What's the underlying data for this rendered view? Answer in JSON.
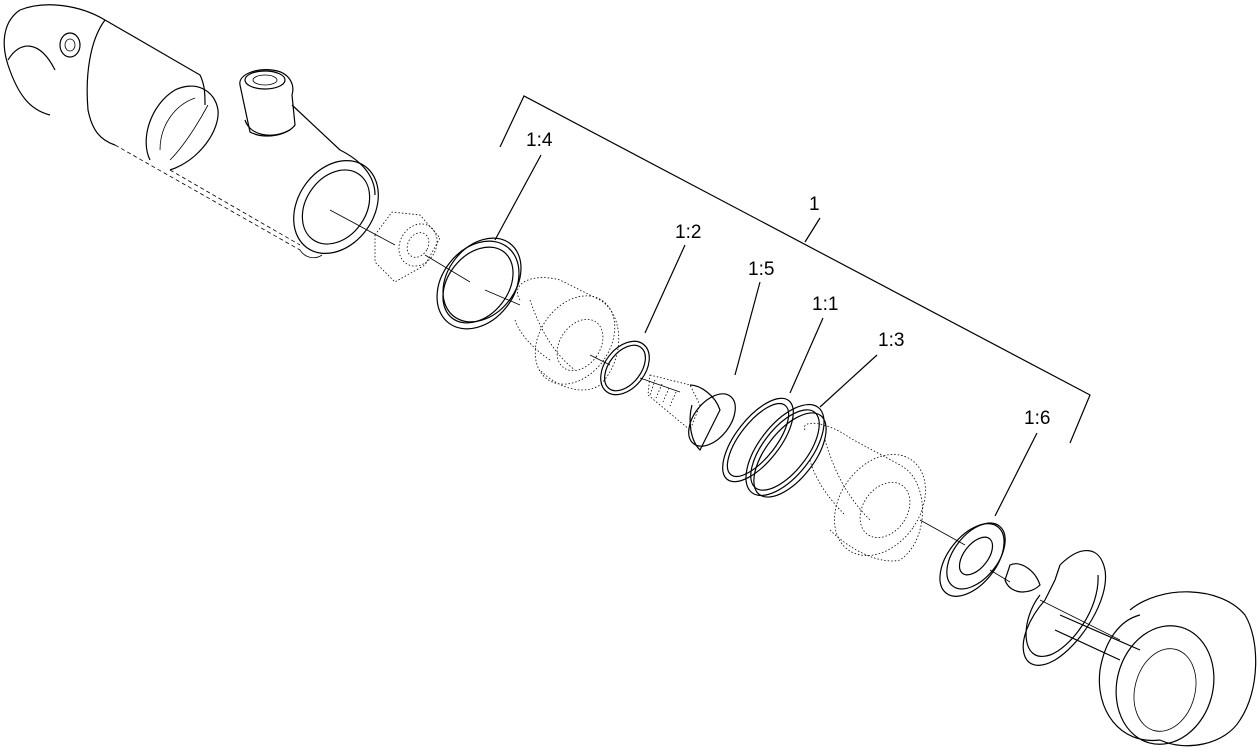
{
  "diagram": {
    "callouts": [
      {
        "id": "1",
        "text": "1"
      },
      {
        "id": "1_4",
        "text": "1:4"
      },
      {
        "id": "1_2",
        "text": "1:2"
      },
      {
        "id": "1_5",
        "text": "1:5"
      },
      {
        "id": "1_1",
        "text": "1:1"
      },
      {
        "id": "1_3",
        "text": "1:3"
      },
      {
        "id": "1_6",
        "text": "1:6"
      }
    ]
  }
}
